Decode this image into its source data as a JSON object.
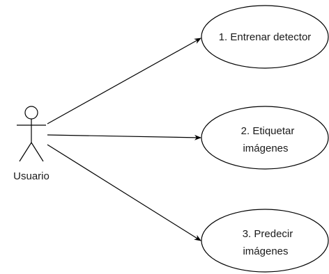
{
  "actor": {
    "name": "Usuario"
  },
  "use_cases": [
    {
      "lines": [
        "1. Entrenar detector"
      ]
    },
    {
      "lines": [
        "2. Etiquetar",
        "imágenes"
      ]
    },
    {
      "lines": [
        "3. Predecir",
        "imágenes"
      ]
    }
  ],
  "colors": {
    "stroke": "#000000",
    "text": "#1a1a1a",
    "background": "#ffffff"
  }
}
